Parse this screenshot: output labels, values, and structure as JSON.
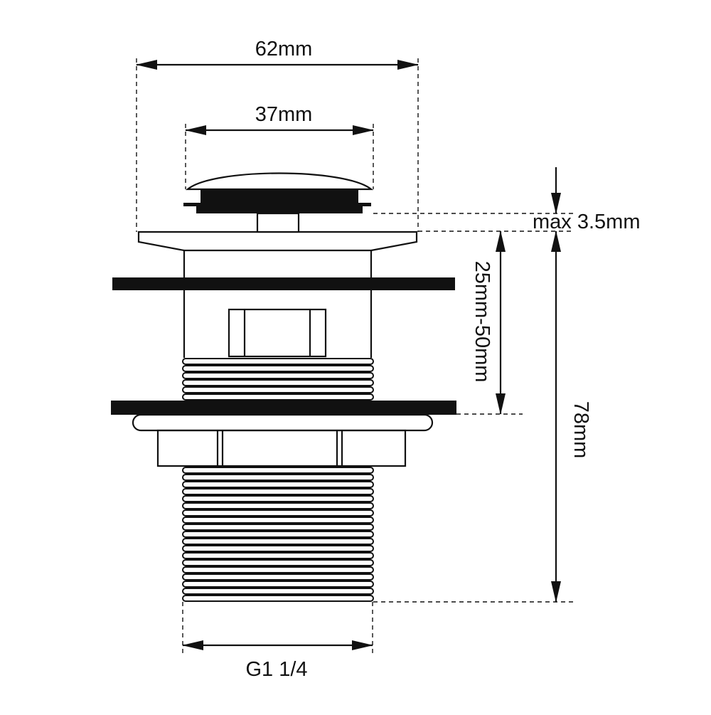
{
  "labels": {
    "overall_width": "62mm",
    "cap_width": "37mm",
    "cap_clearance": "max 3.5mm",
    "basin_thickness": "25mm-50mm",
    "total_height": "78mm",
    "thread_size": "G1 1/4"
  },
  "colors": {
    "line": "#111111",
    "background": "#ffffff"
  }
}
